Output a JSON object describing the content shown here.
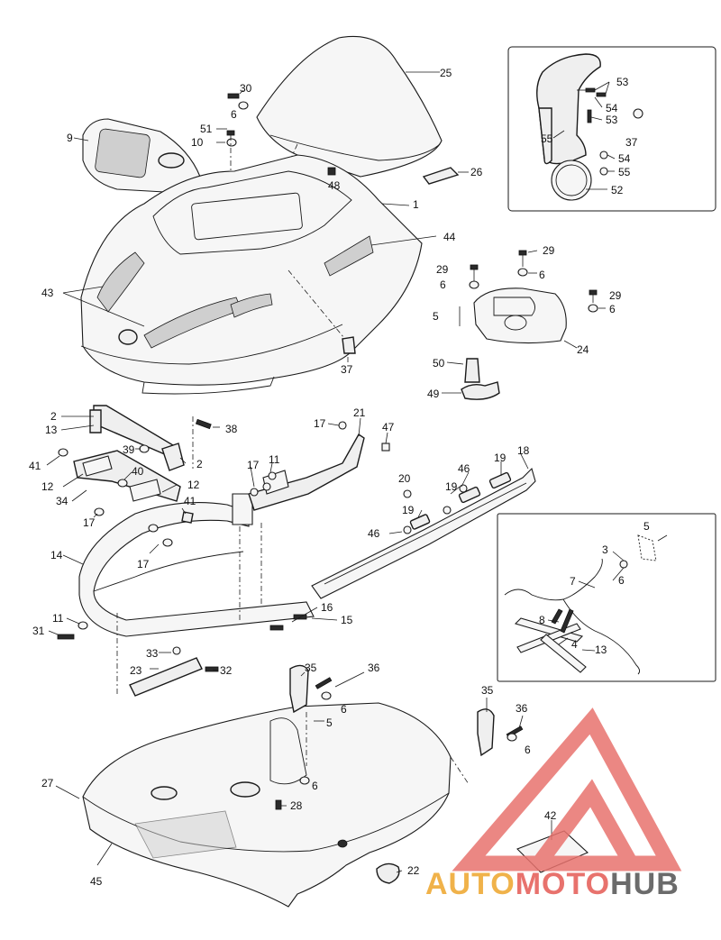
{
  "diagram": {
    "callouts": {
      "c1": "1",
      "c2a": "2",
      "c2b": "2",
      "c3": "3",
      "c4": "4",
      "c5a": "5",
      "c5b": "5",
      "c5c": "5",
      "c6a": "6",
      "c6b": "6",
      "c6c": "6",
      "c6d": "6",
      "c6e": "6",
      "c6f": "6",
      "c6g": "6",
      "c6h": "6",
      "c7": "7",
      "c8": "8",
      "c9": "9",
      "c10": "10",
      "c11a": "11",
      "c11b": "11",
      "c12a": "12",
      "c12b": "12",
      "c13a": "13",
      "c13b": "13",
      "c14": "14",
      "c15": "15",
      "c16": "16",
      "c17a": "17",
      "c17b": "17",
      "c17c": "17",
      "c17d": "17",
      "c18": "18",
      "c19a": "19",
      "c19b": "19",
      "c19c": "19",
      "c20": "20",
      "c21": "21",
      "c22": "22",
      "c23": "23",
      "c24": "24",
      "c25": "25",
      "c26": "26",
      "c27": "27",
      "c28": "28",
      "c29a": "29",
      "c29b": "29",
      "c29c": "29",
      "c30": "30",
      "c31": "31",
      "c32": "32",
      "c33": "33",
      "c34": "34",
      "c35a": "35",
      "c35b": "35",
      "c36a": "36",
      "c36b": "36",
      "c37a": "37",
      "c37b": "37",
      "c38": "38",
      "c39": "39",
      "c40": "40",
      "c41a": "41",
      "c41b": "41",
      "c42": "42",
      "c43": "43",
      "c44": "44",
      "c45": "45",
      "c46a": "46",
      "c46b": "46",
      "c47": "47",
      "c48": "48",
      "c49": "49",
      "c50": "50",
      "c51": "51",
      "c52": "52",
      "c53a": "53",
      "c53b": "53",
      "c54a": "54",
      "c54b": "54",
      "c55a": "55",
      "c55b": "55"
    }
  },
  "watermark": {
    "part1": "AUTO",
    "part2": "MOTO",
    "part3": "HUB",
    "colors": {
      "auto": "#f0b24a",
      "moto": "#e8726d",
      "hub": "#6b6b6b",
      "triangle": "#e8726d"
    }
  }
}
